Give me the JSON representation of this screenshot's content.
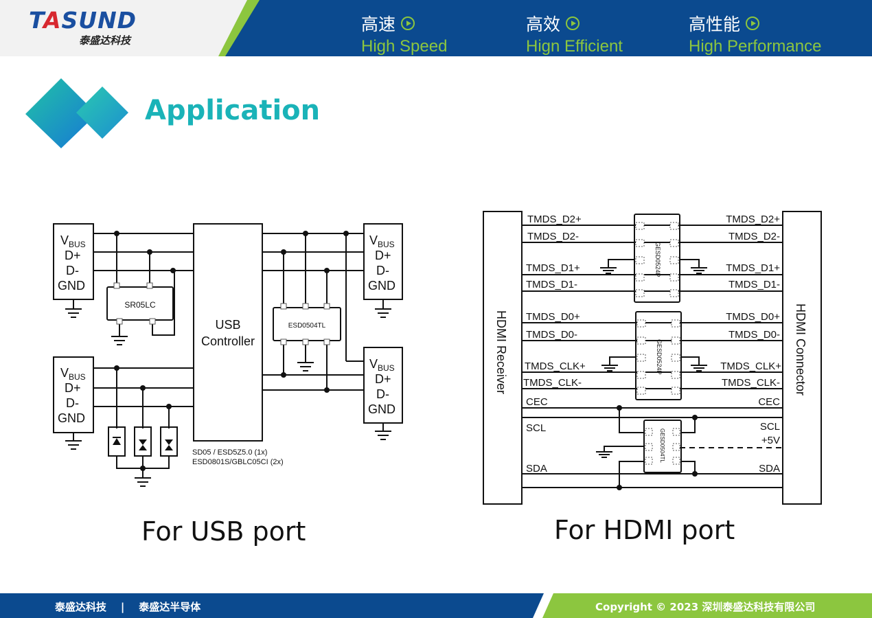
{
  "header": {
    "logo_main": "TASUND",
    "logo_sub": "泰盛达科技",
    "slogans": [
      {
        "cn": "高速",
        "en": "High Speed"
      },
      {
        "cn": "高效",
        "en": "Hign Efficient"
      },
      {
        "cn": "高性能",
        "en": "High Performance"
      }
    ]
  },
  "page": {
    "title": "Application"
  },
  "usb": {
    "caption": "For USB port",
    "vbus": "V",
    "vbus_sub": "BUS",
    "dplus": "D+",
    "dminus": "D-",
    "gnd": "GND",
    "controller_line1": "USB",
    "controller_line2": "Controller",
    "chip1": "SR05LC",
    "chip2": "ESD0504TL",
    "note_line1": "SD05  / ESD5Z5.0 (1x)",
    "note_line2": "ESD0801S/GBLC05CI (2x)"
  },
  "hdmi": {
    "caption": "For HDMI port",
    "receiver": "HDMI Receiver",
    "connector": "HDMI Connector",
    "signals": [
      "TMDS_D2+",
      "TMDS_D2-",
      "TMDS_D1+",
      "TMDS_D1-",
      "TMDS_D0+",
      "TMDS_D0-",
      "TMDS_CLK+",
      "TMDS_CLK-",
      "CEC",
      "SCL",
      "SDA"
    ],
    "plus5v": "+5V",
    "chip_a": "GESD0524P",
    "chip_b": "GESD0524P",
    "chip_c": "GESD0504TL"
  },
  "footer": {
    "left": "泰盛达科技    |    泰盛达半导体",
    "right": "Copyright © 2023 深圳泰盛达科技有限公司"
  },
  "colors": {
    "header_blue": "#0b4a8f",
    "green": "#8cc63f",
    "teal": "#1ab3b8"
  }
}
